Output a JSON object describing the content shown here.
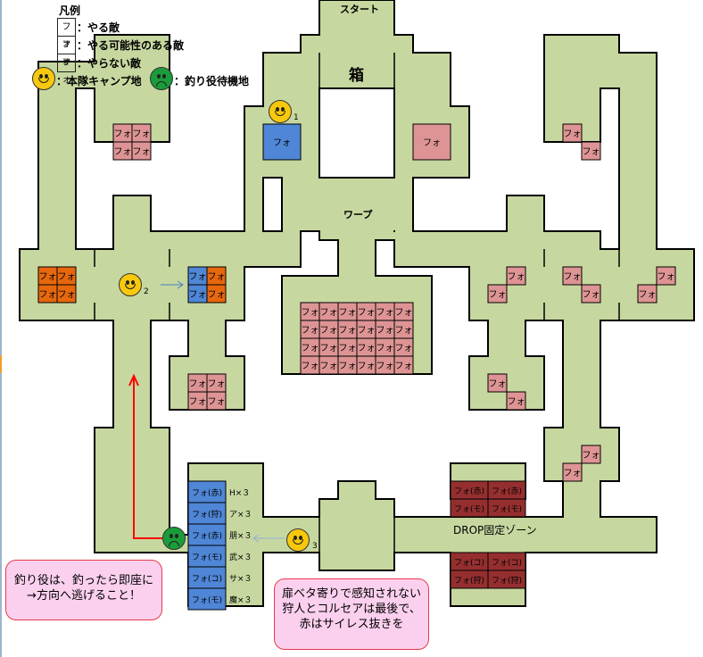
{
  "legend": {
    "title": "凡例",
    "items": [
      {
        "chip": "フォ",
        "color": "#4f86d6",
        "label": "：やる敵"
      },
      {
        "chip": "フォ",
        "color": "#f79b12",
        "label": "：やる可能性のある敵"
      },
      {
        "chip": "フォ",
        "color": "#de9494",
        "label": "：やらない敵"
      }
    ],
    "camp_label": "：本隊キャンプ地",
    "fisher_label": "：釣り役待機地"
  },
  "labels": {
    "start": "スタート",
    "chest": "箱",
    "warp": "ワープ",
    "drop_zone": "DROP固定ゾーン"
  },
  "markers": {
    "camp_numbers": [
      "1",
      "2",
      "3"
    ]
  },
  "enemy_text": "フォ",
  "colors": {
    "floor": "#c7d7a0",
    "do": "#4f86d6",
    "maybe": "#e7670d",
    "skip": "#de9494",
    "drop": "#952f2f"
  },
  "blue_column": {
    "units": [
      "フォ(赤)",
      "フォ(狩)",
      "フォ(赤)",
      "フォ(モ)",
      "フォ(コ)",
      "フォ(モ)"
    ],
    "party": [
      "H×３",
      "ア×３",
      "朋×３",
      "武×３",
      "サ×３",
      "魔×３"
    ]
  },
  "drop_zone_units": {
    "top": [
      [
        "フォ(赤)",
        "フォ(赤)"
      ],
      [
        "フォ(モ)",
        "フォ(モ)"
      ]
    ],
    "bottom": [
      [
        "フォ(コ)",
        "フォ(コ)"
      ],
      [
        "フォ(狩)",
        "フォ(狩)"
      ]
    ]
  },
  "callouts": {
    "fisher": [
      "釣り役は、釣ったら即座に",
      "→方向へ逃げること！"
    ],
    "camp3": [
      "扉ベタ寄りで感知されない",
      "狩人とコルセアは最後で、",
      "赤はサイレス抜きを"
    ]
  }
}
